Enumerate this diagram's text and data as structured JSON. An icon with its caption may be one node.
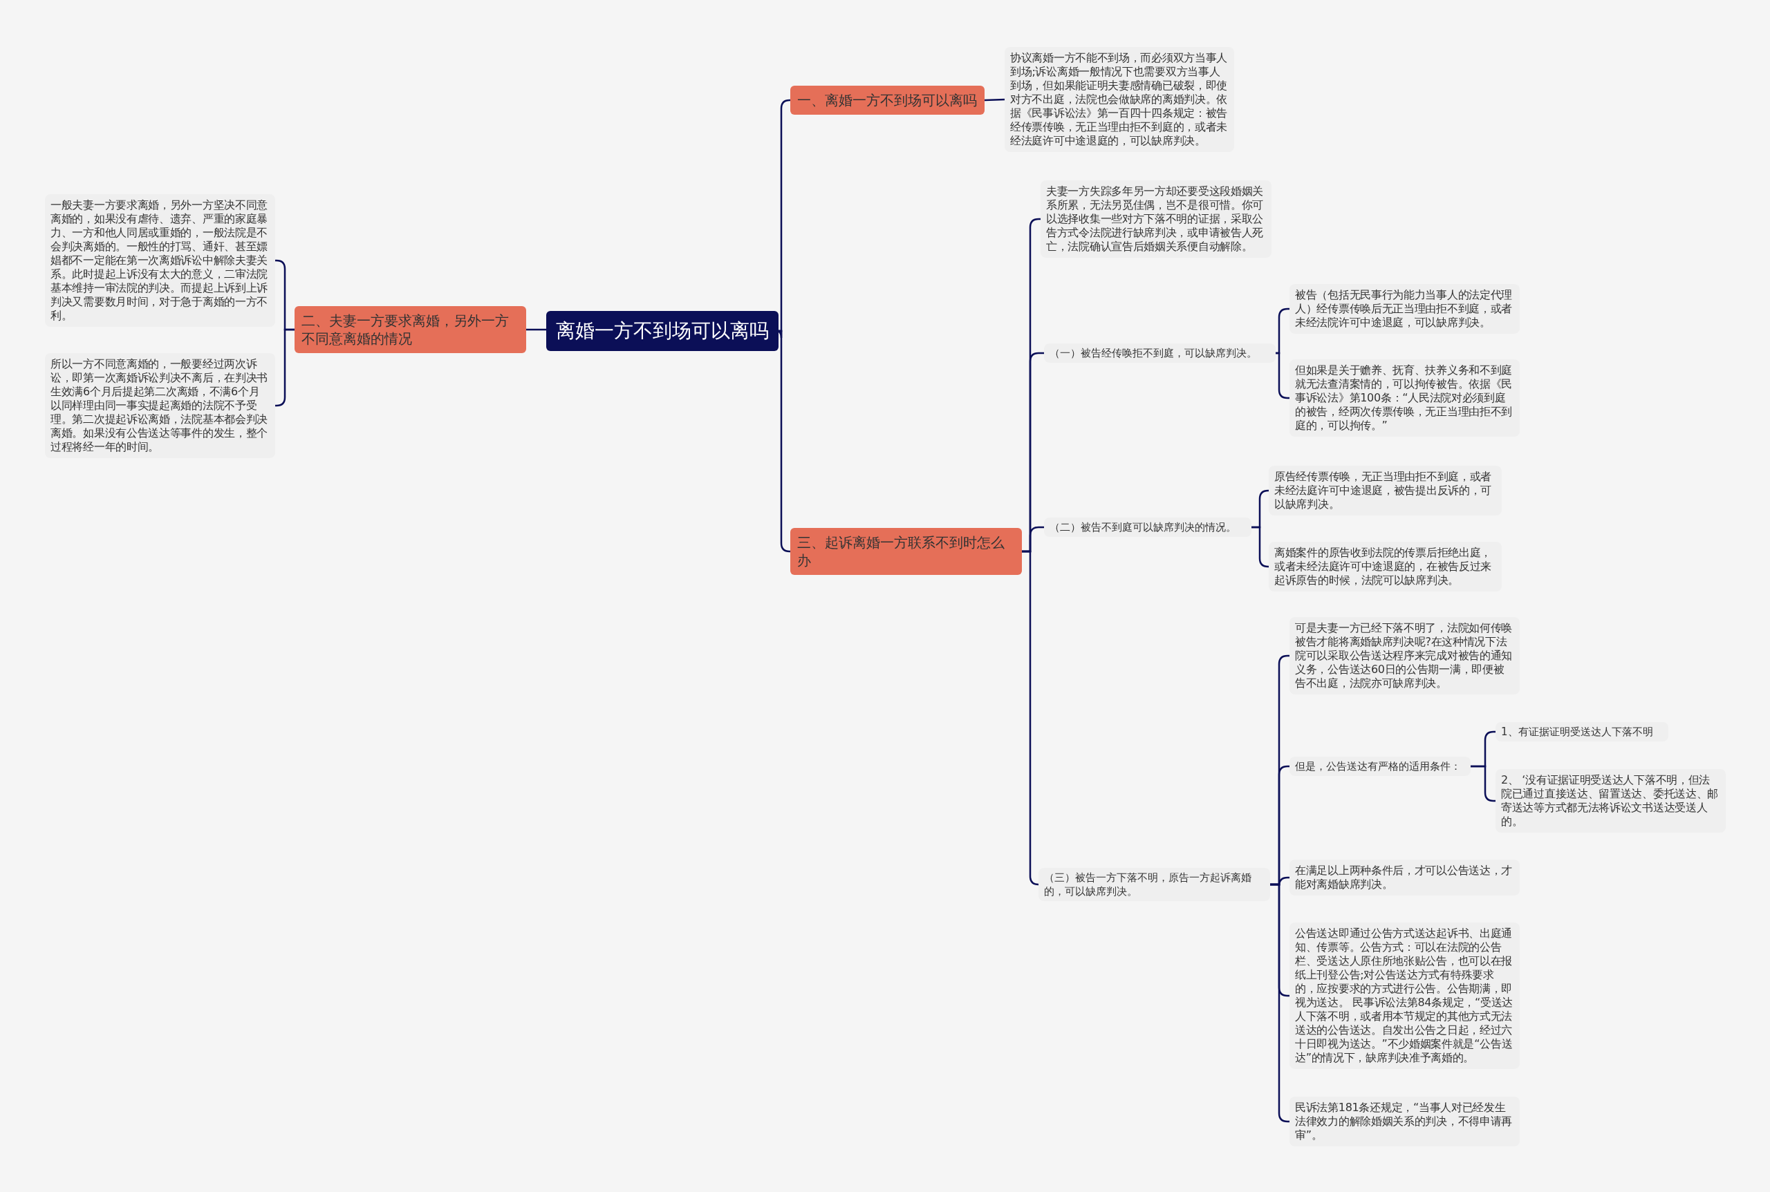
{
  "diagram": {
    "nodes": [
      {
        "text": [
          "离婚一方不到场可以离吗"
        ]
      },
      {
        "text": [
          "一、离婚一方不到场可以离吗"
        ]
      },
      {
        "text": [
          "协议离婚一方不能不到场，而必须双方当事人到场;诉讼离婚一般情况下也需要双方当事人到场，但如果能证明夫妻感情确已破裂，即使对方不出庭，法院也会做缺席的离婚判决。依据《民事诉讼法》第一百四十四条规定：被告经传票传唤，无正当理由拒不到庭的，或者未经法庭许可中途退庭的，可以缺席判决。"
        ]
      },
      {
        "text": [
          "二、夫妻一方要求离婚，另外一方不同意离婚的情况"
        ]
      },
      {
        "text": [
          "一般夫妻一方要求离婚，另外一方坚决不同意离婚的，如果没有虐待、遗弃、严重的家庭暴力、一方和他人同居或重婚的，一般法院是不会判决离婚的。一般性的打骂、通奸、甚至嫖娼都不一定能在第一次离婚诉讼中解除夫妻关系。此时提起上诉没有太大的意义，二审法院基本维持一审法院的判决。而提起上诉到上诉判决又需要数月时间，对于急于离婚的一方不利。"
        ]
      },
      {
        "text": [
          "所以一方不同意离婚的，一般要经过两次诉讼，即第一次离婚诉讼判决不离后，在判决书生效满6个月后提起第二次离婚，不满6个月以同样理由同一事实提起离婚的法院不予受理。第二次提起诉讼离婚，法院基本都会判决离婚。如果没有公告送达等事件的发生，整个过程将经一年的时间。"
        ]
      },
      {
        "text": [
          "三、起诉离婚一方联系不到时怎么办"
        ]
      },
      {
        "text": [
          "夫妻一方失踪多年另一方却还要受这段婚姻关系所累，无法另觅佳偶，岂不是很可惜。你可以选择收集一些对方下落不明的证据，采取公告方式令法院进行缺席判决，或申请被告人死亡，法院确认宣告后婚姻关系便自动解除。"
        ]
      },
      {
        "text": [
          "（一）被告经传唤拒不到庭，可以缺席判决。"
        ]
      },
      {
        "text": [
          "被告（包括无民事行为能力当事人的法定代理人）经传票传唤后无正当理由拒不到庭，或者未经法院许可中途退庭，可以缺席判决。"
        ]
      },
      {
        "text": [
          "但如果是关于赡养、抚育、扶养义务和不到庭就无法查清案情的，可以拘传被告。依据《民事诉讼法》第100条：“人民法院对必须到庭的被告，经两次传票传唤，无正当理由拒不到庭的，可以拘传。”"
        ]
      },
      {
        "text": [
          "（二）被告不到庭可以缺席判决的情况。"
        ]
      },
      {
        "text": [
          "原告经传票传唤，无正当理由拒不到庭，或者未经法庭许可中途退庭，被告提出反诉的，可以缺席判决。"
        ]
      },
      {
        "text": [
          "离婚案件的原告收到法院的传票后拒绝出庭，或者未经法庭许可中途退庭的，在被告反过来起诉原告的时候，法院可以缺席判决。"
        ]
      },
      {
        "text": [
          "（三）被告一方下落不明，原告一方起诉离婚的，可以缺席判决。"
        ]
      },
      {
        "text": [
          "可是夫妻一方已经下落不明了，法院如何传唤被告才能将离婚缺席判决呢?在这种情况下法院可以采取公告送达程序来完成对被告的通知义务，公告送达60日的公告期一满，即便被告不出庭，法院亦可缺席判决。"
        ]
      },
      {
        "text": [
          "但是，公告送达有严格的适用条件："
        ]
      },
      {
        "text": [
          "1、有证据证明受送达人下落不明"
        ]
      },
      {
        "text": [
          "2、 ‘没有证据证明受送达人下落不明，但法院已通过直接送达、留置送达、委托送达、邮寄送达等方式都无法将诉讼文书送达受送人的。"
        ]
      },
      {
        "text": [
          "在满足以上两种条件后，才可以公告送达，才能对离婚缺席判决。"
        ]
      },
      {
        "text": [
          "公告送达即通过公告方式送达起诉书、出庭通知、传票等。公告方式：可以在法院的公告栏、受送达人原住所地张贴公告，也可以在报纸上刊登公告;对公告送达方式有特殊要求的，应按要求的方式进行公告。公告期满，即视为送达。 民事诉讼法第84条规定，“受送达人下落不明，或者用本节规定的其他方式无法送达的公告送达。自发出公告之日起，经过六十日即视为送达。”不少婚姻案件就是“公告送达”的情况下，缺席判决准予离婚的。"
        ]
      },
      {
        "text": [
          "民诉法第181条还规定，“当事人对已经发生法律效力的解除婚姻关系的判决，不得申请再审”。"
        ]
      }
    ],
    "edges": [
      {
        "from": 0,
        "to": 1,
        "arrow": "none"
      },
      {
        "from": 0,
        "to": 3,
        "arrow": "none"
      },
      {
        "from": 0,
        "to": 6,
        "arrow": "none"
      },
      {
        "from": 1,
        "to": 2,
        "arrow": "none"
      },
      {
        "from": 3,
        "to": 4,
        "arrow": "none"
      },
      {
        "from": 3,
        "to": 5,
        "arrow": "none"
      },
      {
        "from": 6,
        "to": 7,
        "arrow": "none"
      },
      {
        "from": 6,
        "to": 8,
        "arrow": "none"
      },
      {
        "from": 6,
        "to": 11,
        "arrow": "none"
      },
      {
        "from": 6,
        "to": 14,
        "arrow": "none"
      },
      {
        "from": 8,
        "to": 9,
        "arrow": "none"
      },
      {
        "from": 8,
        "to": 10,
        "arrow": "none"
      },
      {
        "from": 11,
        "to": 12,
        "arrow": "none"
      },
      {
        "from": 11,
        "to": 13,
        "arrow": "none"
      },
      {
        "from": 14,
        "to": 15,
        "arrow": "none"
      },
      {
        "from": 14,
        "to": 16,
        "arrow": "none"
      },
      {
        "from": 14,
        "to": 19,
        "arrow": "none"
      },
      {
        "from": 14,
        "to": 20,
        "arrow": "none"
      },
      {
        "from": 14,
        "to": 21,
        "arrow": "none"
      },
      {
        "from": 16,
        "to": 17,
        "arrow": "none"
      },
      {
        "from": 16,
        "to": 18,
        "arrow": "none"
      }
    ]
  }
}
